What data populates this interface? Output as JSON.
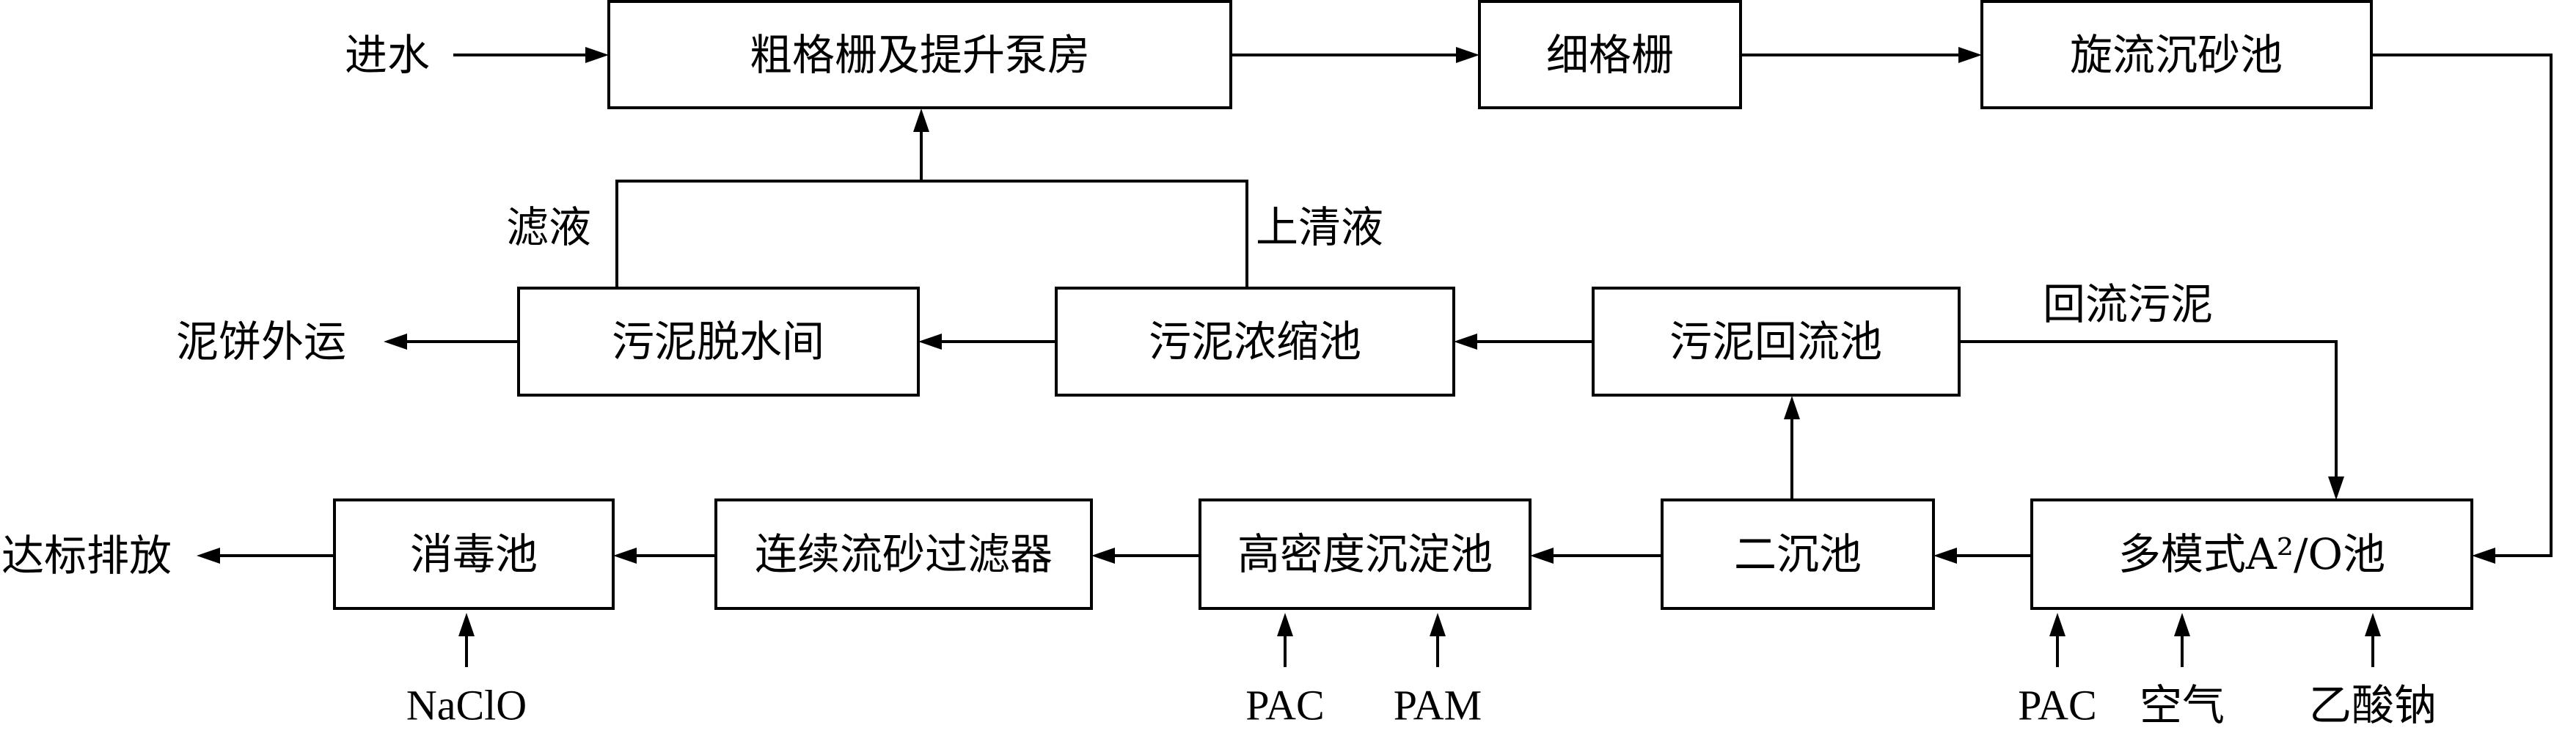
{
  "nodes": {
    "coarse_screen": "粗格栅及提升泵房",
    "fine_screen": "细格栅",
    "grit_chamber": "旋流沉砂池",
    "sludge_dewatering": "污泥脱水间",
    "sludge_thickener": "污泥浓缩池",
    "sludge_return_tank": "污泥回流池",
    "disinfection_tank": "消毒池",
    "sand_filter": "连续流砂过滤器",
    "high_density_clarifier": "高密度沉淀池",
    "secondary_clarifier": "二沉池",
    "a2o_tank": "多模式A²/O池"
  },
  "labels": {
    "influent": "进水",
    "filtrate": "滤液",
    "supernatant": "上清液",
    "cake_out": "泥饼外运",
    "return_sludge": "回流污泥",
    "discharge": "达标排放",
    "naclo": "NaClO",
    "pac_1": "PAC",
    "pam": "PAM",
    "pac_2": "PAC",
    "air": "空气",
    "sodium_acetate": "乙酸钠"
  }
}
